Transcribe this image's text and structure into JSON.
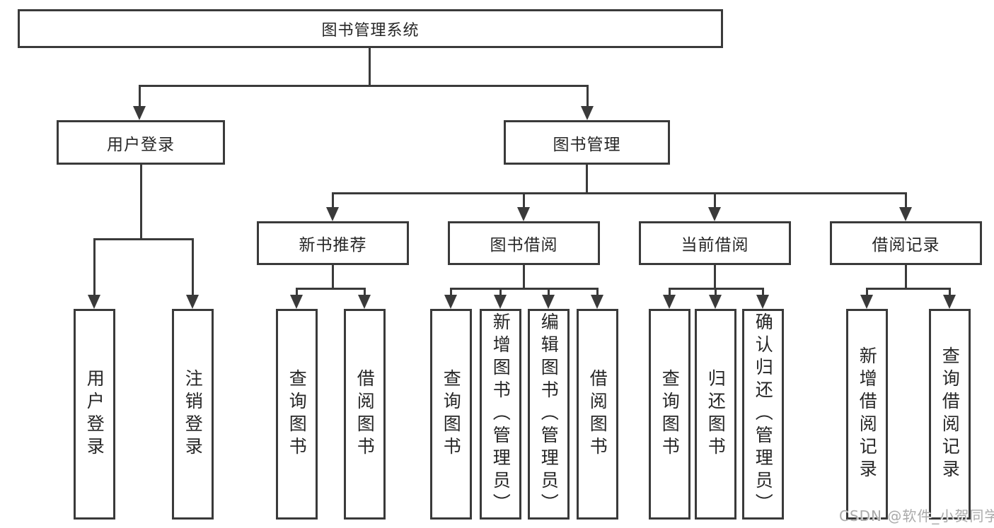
{
  "nodes": {
    "root": "图书管理系统",
    "userLogin": "用户登录",
    "bookMgmt": "图书管理",
    "newBookRec": "新书推荐",
    "bookBorrow": "图书借阅",
    "currentBorrow": "当前借阅",
    "borrowRecords": "借阅记录",
    "leafUserLogin": "用户登录",
    "leafLogout": "注销登录",
    "leafRecQuery": "查询图书",
    "leafRecBorrow": "借阅图书",
    "leafBorrowQuery": "查询图书",
    "leafBorrowAdd": "新增图书（管理员）",
    "leafBorrowEdit": "编辑图书（管理员）",
    "leafBorrowBorrow": "借阅图书",
    "leafCurrentQuery": "查询图书",
    "leafCurrentReturn": "归还图书",
    "leafCurrentConfirm": "确认归还（管理员）",
    "leafRecordAdd": "新增借阅记录",
    "leafRecordQuery": "查询借阅记录"
  },
  "watermark": "CSDN @软件_小贺同学",
  "colors": {
    "line": "#3a3a3a",
    "text": "#262626",
    "watermark": "#aaaaaa",
    "background": "#ffffff"
  }
}
